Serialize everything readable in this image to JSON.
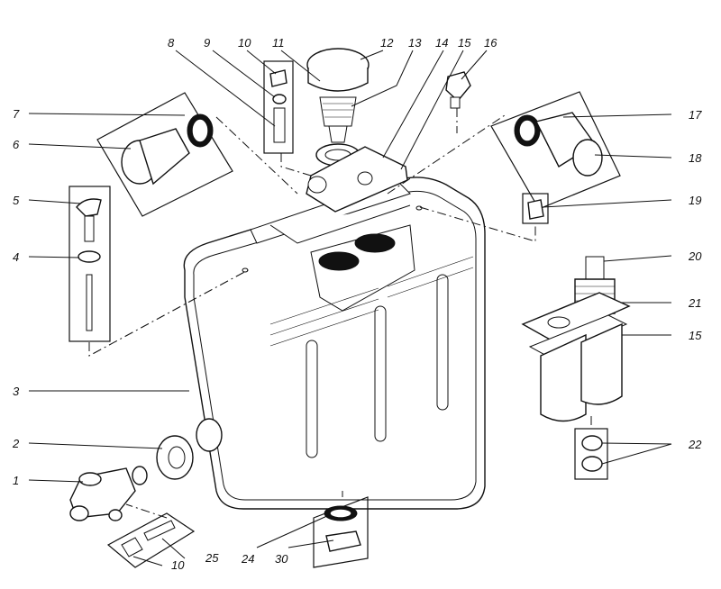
{
  "callouts": [
    {
      "id": "1",
      "label": "1"
    },
    {
      "id": "2",
      "label": "2"
    },
    {
      "id": "3",
      "label": "3"
    },
    {
      "id": "4",
      "label": "4"
    },
    {
      "id": "5",
      "label": "5"
    },
    {
      "id": "6",
      "label": "6"
    },
    {
      "id": "7",
      "label": "7"
    },
    {
      "id": "8",
      "label": "8"
    },
    {
      "id": "9",
      "label": "9"
    },
    {
      "id": "10a",
      "label": "10"
    },
    {
      "id": "10b",
      "label": "10"
    },
    {
      "id": "11",
      "label": "11"
    },
    {
      "id": "12",
      "label": "12"
    },
    {
      "id": "13",
      "label": "13"
    },
    {
      "id": "14",
      "label": "14"
    },
    {
      "id": "15a",
      "label": "15"
    },
    {
      "id": "15b",
      "label": "15"
    },
    {
      "id": "16",
      "label": "16"
    },
    {
      "id": "17",
      "label": "17"
    },
    {
      "id": "18",
      "label": "18"
    },
    {
      "id": "19",
      "label": "19"
    },
    {
      "id": "20",
      "label": "20"
    },
    {
      "id": "21",
      "label": "21"
    },
    {
      "id": "22",
      "label": "22"
    },
    {
      "id": "24",
      "label": "24"
    },
    {
      "id": "25",
      "label": "25"
    },
    {
      "id": "30",
      "label": "30"
    }
  ]
}
